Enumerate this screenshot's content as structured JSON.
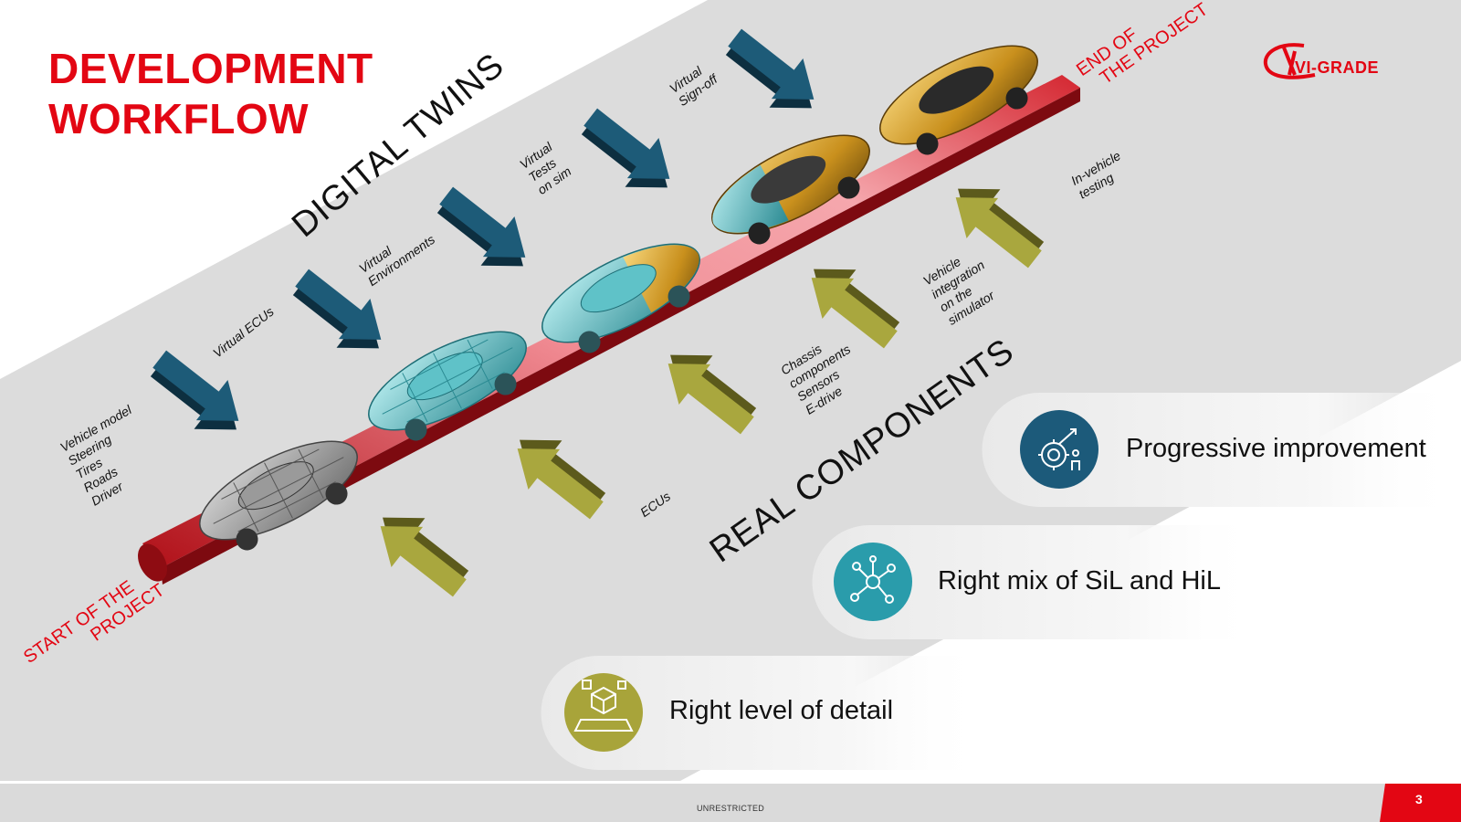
{
  "title": {
    "line1": "DEVELOPMENT",
    "line2": "WORKFLOW"
  },
  "logo": {
    "text": "VI-GRADE"
  },
  "section_labels": {
    "digital_twins": "DIGITAL TWINS",
    "real_components": "REAL COMPONENTS"
  },
  "milestones": {
    "start": {
      "line1": "START OF THE",
      "line2": "PROJECT"
    },
    "end": {
      "line1": "END OF",
      "line2": "THE PROJECT"
    }
  },
  "digital_steps": [
    {
      "lines": [
        "Vehicle model"
      ]
    },
    {
      "lines": [
        "Virtual ECUs"
      ]
    },
    {
      "lines": [
        "Virtual",
        "Environments"
      ]
    },
    {
      "lines": [
        "Virtual",
        "Tests",
        "on sim"
      ]
    },
    {
      "lines": [
        "Virtual",
        "Sign-off"
      ]
    }
  ],
  "vehicle_model_items": {
    "highlight": "Steering",
    "rest": [
      "Tires",
      "Roads",
      "Driver"
    ]
  },
  "real_steps": [
    {
      "lines": [
        "ECUs"
      ]
    },
    {
      "lines": [
        "Chassis",
        "components",
        "Sensors",
        "E-drive"
      ]
    },
    {
      "lines": [
        "Vehicle",
        "integration",
        "on the",
        "simulator"
      ]
    },
    {
      "lines": [
        "In-vehicle",
        "testing"
      ]
    }
  ],
  "benefits": [
    {
      "label": "Progressive improvement",
      "icon": "gear-growth-icon",
      "color": "#1c5a7a"
    },
    {
      "label": "Right mix of SiL and HiL",
      "icon": "network-icon",
      "color": "#2a9cab"
    },
    {
      "label": "Right level of detail",
      "icon": "cubes-icon",
      "color": "#a8a43a"
    }
  ],
  "colors": {
    "brand": "#e30613",
    "digital_arrow": "#1d5b78",
    "real_arrow": "#a9a73e",
    "band": "#dcdcdc",
    "track": "#c8202a"
  },
  "footer": {
    "classification": "UNRESTRICTED",
    "page": "3"
  }
}
